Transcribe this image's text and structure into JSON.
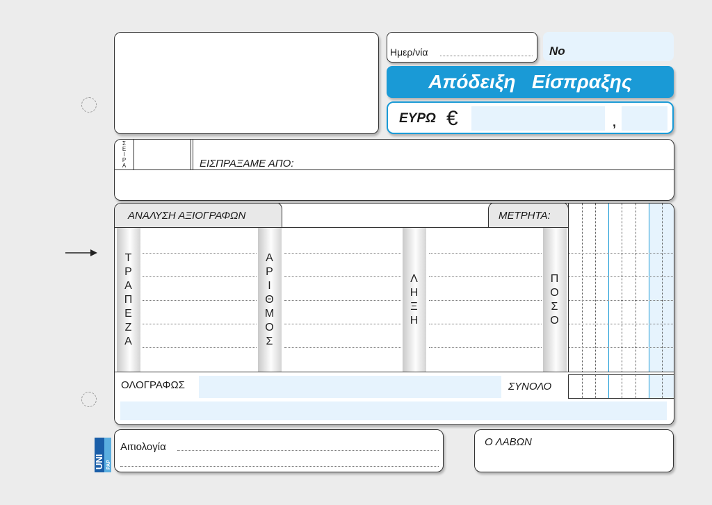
{
  "header": {
    "date_label": "Ημερ/νία",
    "number_label": "No",
    "title": "Απόδειξη   Είσπραξης",
    "currency_label": "ΕΥΡΩ",
    "currency_symbol": "€",
    "decimal_separator": ","
  },
  "series": {
    "label_letters": [
      "Σ",
      "Ε",
      "Ι",
      "Ρ",
      "Α"
    ]
  },
  "received_from": {
    "label": "ΕΙΣΠΡΑΞΑΜΕ  ΑΠΟ:"
  },
  "analysis": {
    "tab_label": "ΑΝΑΛΥΣΗ ΑΞΙΟΓΡΑΦΩΝ",
    "cash_label": "ΜΕΤΡΗΤΑ:",
    "columns": [
      {
        "letters": [
          "Τ",
          "Ρ",
          "Α",
          "Π",
          "Ε",
          "Ζ",
          "Α"
        ]
      },
      {
        "letters": [
          "Α",
          "Ρ",
          "Ι",
          "Θ",
          "Μ",
          "Ο",
          "Σ"
        ]
      },
      {
        "letters": [
          "Λ",
          "Η",
          "Ξ",
          "Η"
        ]
      },
      {
        "letters": [
          "Π",
          "Ο",
          "Σ",
          "Ο"
        ]
      }
    ]
  },
  "totals": {
    "in_words_label": "ΟΛΟΓΡΑΦΩΣ",
    "total_label": "ΣΥΝΟΛΟ"
  },
  "footer": {
    "reason_label": "Αιτιολογία",
    "receiver_label": "Ο ΛΑΒΩΝ",
    "logo_text": "UNI",
    "logo_subtext": "PAP"
  },
  "colors": {
    "accent": "#1a9ad6",
    "light_fill": "#e6f3fd",
    "border": "#333333"
  }
}
